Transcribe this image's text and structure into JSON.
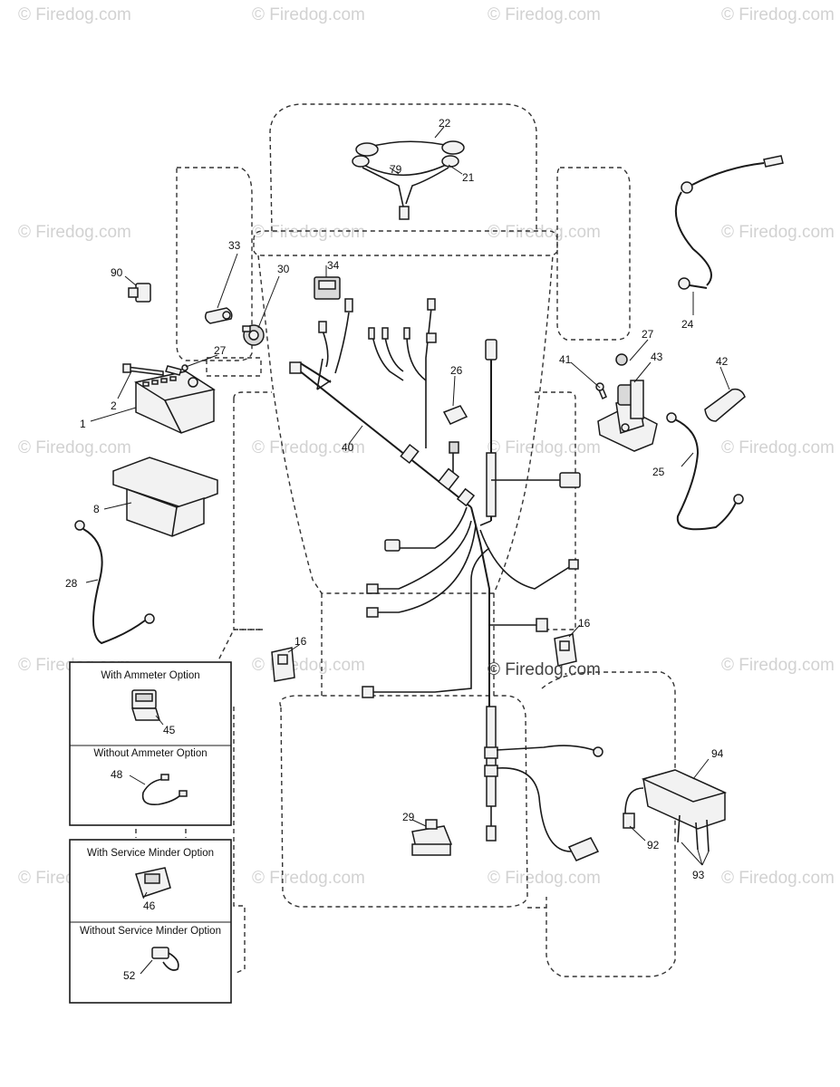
{
  "watermark": "© Firedog.com",
  "center_watermark": "© Firedog.com",
  "parts": [
    {
      "id": "p1",
      "number": "1"
    },
    {
      "id": "p2",
      "number": "2"
    },
    {
      "id": "p8",
      "number": "8"
    },
    {
      "id": "p16a",
      "number": "16"
    },
    {
      "id": "p16b",
      "number": "16"
    },
    {
      "id": "p21",
      "number": "21"
    },
    {
      "id": "p22",
      "number": "22"
    },
    {
      "id": "p24",
      "number": "24"
    },
    {
      "id": "p25",
      "number": "25"
    },
    {
      "id": "p26",
      "number": "26"
    },
    {
      "id": "p27a",
      "number": "27"
    },
    {
      "id": "p27b",
      "number": "27"
    },
    {
      "id": "p28",
      "number": "28"
    },
    {
      "id": "p29",
      "number": "29"
    },
    {
      "id": "p30",
      "number": "30"
    },
    {
      "id": "p33",
      "number": "33"
    },
    {
      "id": "p34",
      "number": "34"
    },
    {
      "id": "p40",
      "number": "40"
    },
    {
      "id": "p41",
      "number": "41"
    },
    {
      "id": "p42",
      "number": "42"
    },
    {
      "id": "p43",
      "number": "43"
    },
    {
      "id": "p45",
      "number": "45"
    },
    {
      "id": "p46",
      "number": "46"
    },
    {
      "id": "p48",
      "number": "48"
    },
    {
      "id": "p52",
      "number": "52"
    },
    {
      "id": "p79",
      "number": "79"
    },
    {
      "id": "p90",
      "number": "90"
    },
    {
      "id": "p92",
      "number": "92"
    },
    {
      "id": "p93",
      "number": "93"
    },
    {
      "id": "p94",
      "number": "94"
    }
  ],
  "option_boxes": {
    "ammeter": {
      "with": "With Ammeter Option",
      "without": "Without Ammeter Option"
    },
    "service_minder": {
      "with": "With Service Minder Option",
      "without": "Without Service Minder Option"
    }
  }
}
